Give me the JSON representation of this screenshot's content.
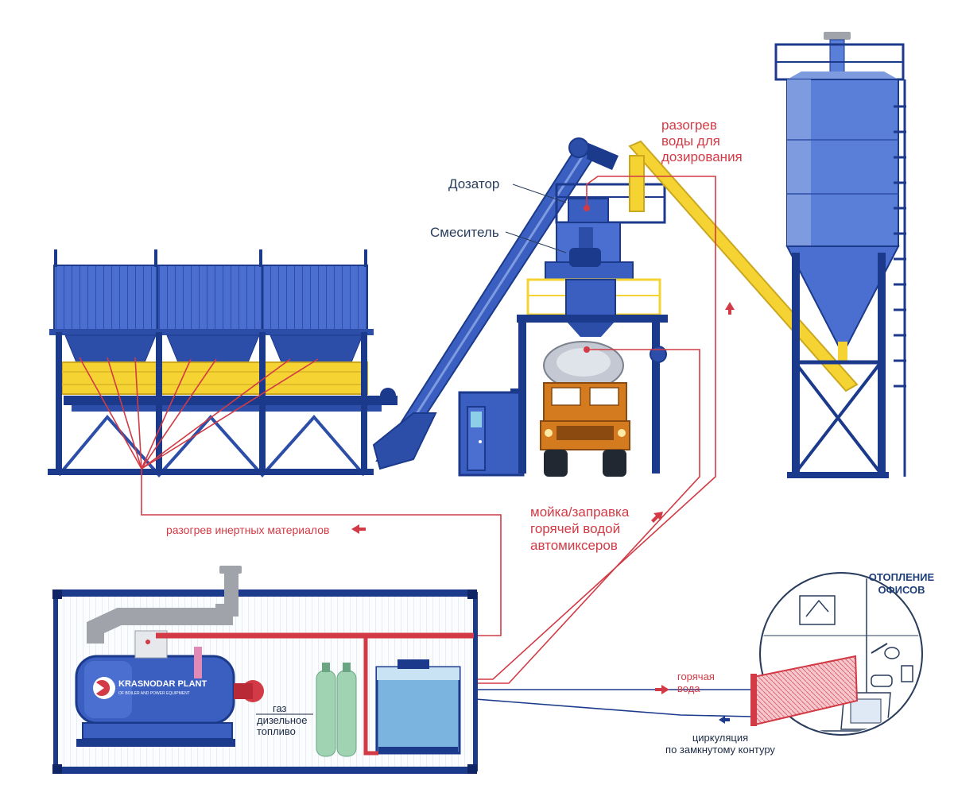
{
  "labels": {
    "dosing_unit": "Дозатор",
    "mixer": "Смеситель",
    "water_heating": [
      "разогрев",
      "воды для",
      "дозирования"
    ],
    "aggregate_heating": "разогрев инертных материалов",
    "truck_washing": [
      "мойка/заправка",
      "горячей водой",
      "автомиксеров"
    ],
    "office_heating": [
      "ОТОПЛЕНИЕ",
      "ОФИСОВ"
    ],
    "hot_water": [
      "горячая",
      "вода"
    ],
    "circulation": [
      "циркуляция",
      "по замкнутому контуру"
    ],
    "fuel": [
      "газ",
      "дизельное",
      "топливо"
    ]
  },
  "logo": {
    "name": "KRASNODAR PLANT",
    "tagline": "OF BOILER AND POWER EQUIPMENT"
  },
  "colors": {
    "structure_blue": "#3a5fc0",
    "dark_blue": "#1c3a8c",
    "yellow": "#f5d332",
    "hot_pipe_red": "#d23a45",
    "truck_orange": "#d47a1f",
    "water_blue": "#7cb4e0",
    "duct_grey": "#a0a4aa"
  },
  "icons": [
    "arrow-left-icon",
    "arrow-up-icon",
    "arrow-right-icon",
    "arrow-left-small-icon"
  ]
}
